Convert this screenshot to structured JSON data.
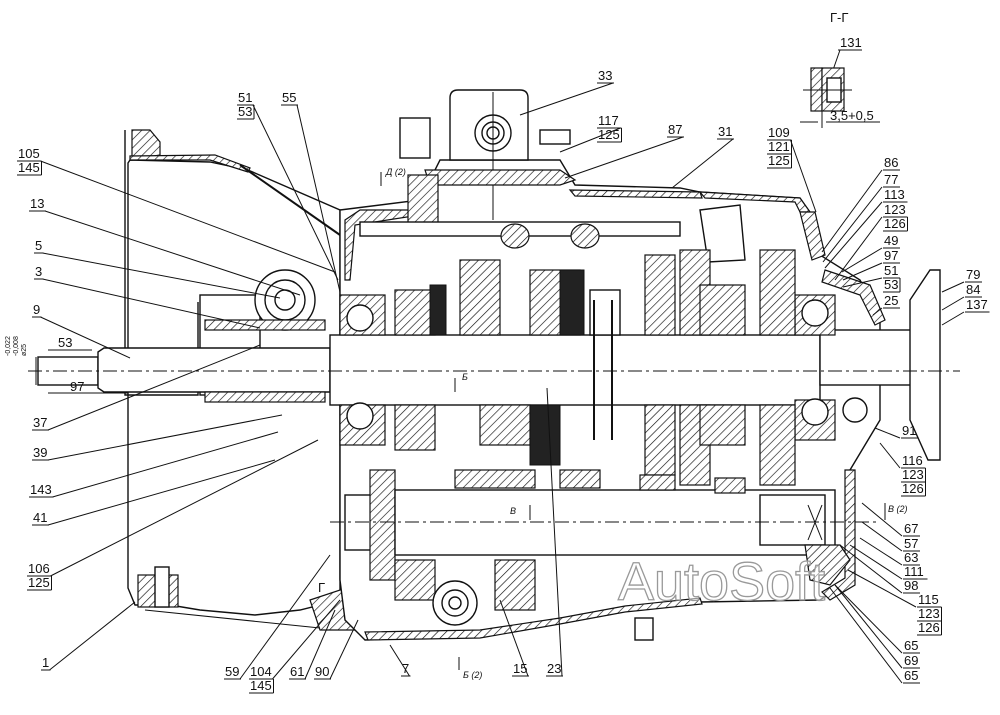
{
  "drawing": {
    "section_title": "Г-Г",
    "section_detail_label": "131",
    "section_dimension": "3,5+0,5",
    "shaft_dimensions": {
      "length_1": "53",
      "length_2": "97",
      "diameter": "ø25",
      "tolerance_upper": "-0,008",
      "tolerance_lower": "-0,022"
    },
    "section_markers": {
      "d": "Д (2)",
      "b_small": "Б",
      "b": "Б (2)",
      "v": "В",
      "v2": "В (2)",
      "g": "Г"
    },
    "watermark": "AutoSoft"
  },
  "callouts": {
    "left": [
      {
        "lines": [
          "105",
          "145"
        ]
      },
      {
        "lines": [
          "13"
        ]
      },
      {
        "lines": [
          "5"
        ]
      },
      {
        "lines": [
          "3"
        ]
      },
      {
        "lines": [
          "9"
        ]
      },
      {
        "lines": [
          "37"
        ]
      },
      {
        "lines": [
          "39"
        ]
      },
      {
        "lines": [
          "143"
        ]
      },
      {
        "lines": [
          "41"
        ]
      },
      {
        "lines": [
          "106",
          "125"
        ]
      },
      {
        "lines": [
          "1"
        ]
      }
    ],
    "top": [
      {
        "lines": [
          "51",
          "53"
        ]
      },
      {
        "lines": [
          "55"
        ]
      },
      {
        "lines": [
          "33"
        ]
      },
      {
        "lines": [
          "117",
          "125"
        ]
      },
      {
        "lines": [
          "87"
        ]
      },
      {
        "lines": [
          "31"
        ]
      },
      {
        "lines": [
          "109",
          "121",
          "125"
        ]
      }
    ],
    "right": [
      {
        "lines": [
          "86"
        ]
      },
      {
        "lines": [
          "77"
        ]
      },
      {
        "lines": [
          "113"
        ]
      },
      {
        "lines": [
          "123",
          "126"
        ]
      },
      {
        "lines": [
          "49"
        ]
      },
      {
        "lines": [
          "97"
        ]
      },
      {
        "lines": [
          "51",
          "53"
        ]
      },
      {
        "lines": [
          "25"
        ]
      },
      {
        "lines": [
          "79"
        ]
      },
      {
        "lines": [
          "84"
        ]
      },
      {
        "lines": [
          "137"
        ]
      },
      {
        "lines": [
          "91"
        ]
      },
      {
        "lines": [
          "116",
          "123",
          "126"
        ]
      },
      {
        "lines": [
          "67"
        ]
      },
      {
        "lines": [
          "57"
        ]
      },
      {
        "lines": [
          "63"
        ]
      },
      {
        "lines": [
          "111"
        ]
      },
      {
        "lines": [
          "98"
        ]
      },
      {
        "lines": [
          "115",
          "123",
          "126"
        ]
      },
      {
        "lines": [
          "65"
        ]
      },
      {
        "lines": [
          "69"
        ]
      },
      {
        "lines": [
          "65"
        ]
      }
    ],
    "bottom": [
      {
        "lines": [
          "59"
        ]
      },
      {
        "lines": [
          "104",
          "145"
        ]
      },
      {
        "lines": [
          "61"
        ]
      },
      {
        "lines": [
          "90"
        ]
      },
      {
        "lines": [
          "7"
        ]
      },
      {
        "lines": [
          "15"
        ]
      },
      {
        "lines": [
          "23"
        ]
      }
    ]
  }
}
